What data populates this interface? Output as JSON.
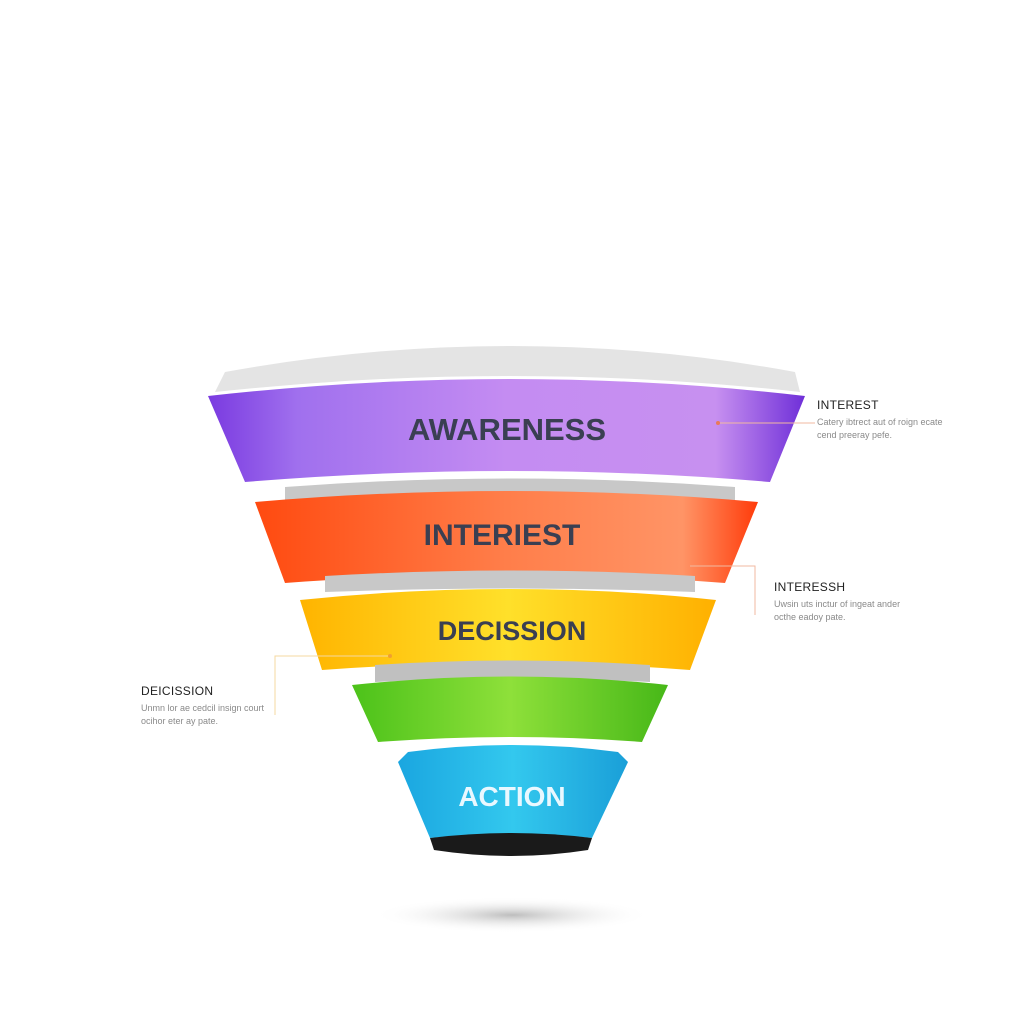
{
  "stages": [
    {
      "label": "AWARENESS",
      "color": "#b67cf0"
    },
    {
      "label": "INTERIEST",
      "color": "#ff7a45"
    },
    {
      "label": "DECISSION",
      "color": "#ffd21f"
    },
    {
      "label": "",
      "color": "#6fd12a"
    },
    {
      "label": "ACTION",
      "color": "#27bfe6"
    }
  ],
  "callouts": [
    {
      "title": "INTEREST",
      "desc": "Catery ibtrect aut of roign ecate cend preeray pefe."
    },
    {
      "title": "INTERESSH",
      "desc": "Uwsin uts inctur of ingeat ander octhe eadoy pate."
    },
    {
      "title": "DEICISSION",
      "desc": "Unmn lor ae cedcil insign court ocihor eter ay pate."
    }
  ]
}
